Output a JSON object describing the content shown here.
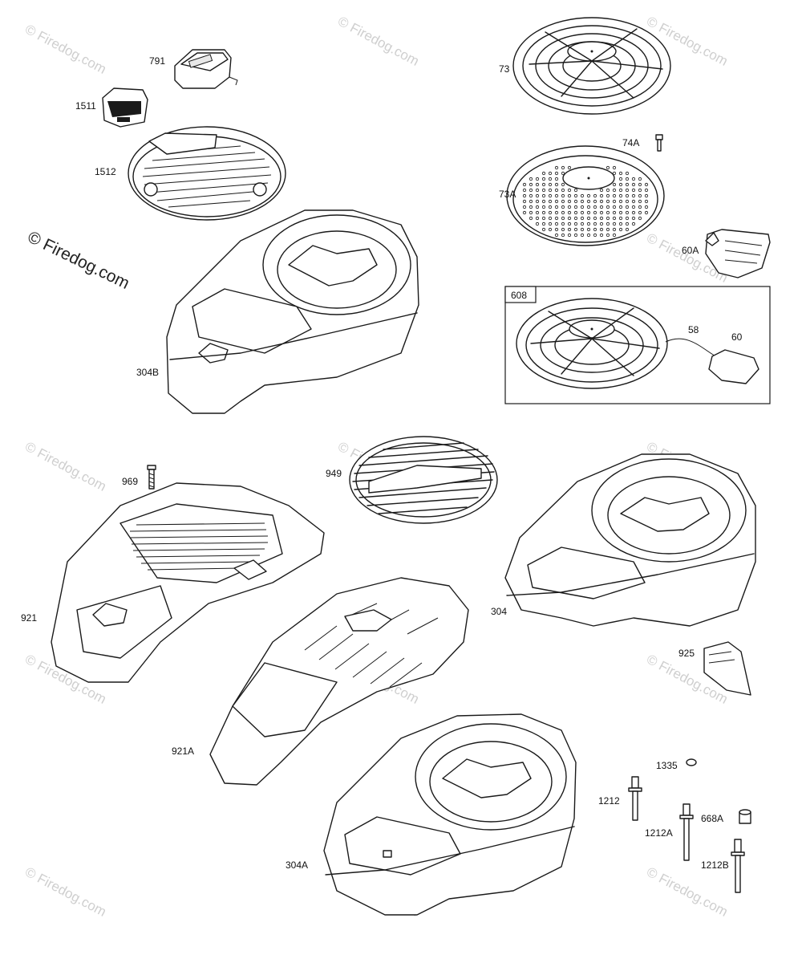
{
  "watermark": {
    "brand": "© Firedog.com",
    "text": "Firedog.com"
  },
  "kit_box_label": "608",
  "labels": {
    "p791": "791",
    "p1511": "1511",
    "p1512": "1512",
    "p304B": "304B",
    "p73": "73",
    "p74A": "74A",
    "p73A": "73A",
    "p60A": "60A",
    "p58": "58",
    "p60": "60",
    "p969": "969",
    "p949": "949",
    "p921": "921",
    "p304": "304",
    "p925": "925",
    "p921A": "921A",
    "p1335": "1335",
    "p1212": "1212",
    "p1212A": "1212A",
    "p668A": "668A",
    "p304A": "304A",
    "p1212B": "1212B"
  }
}
